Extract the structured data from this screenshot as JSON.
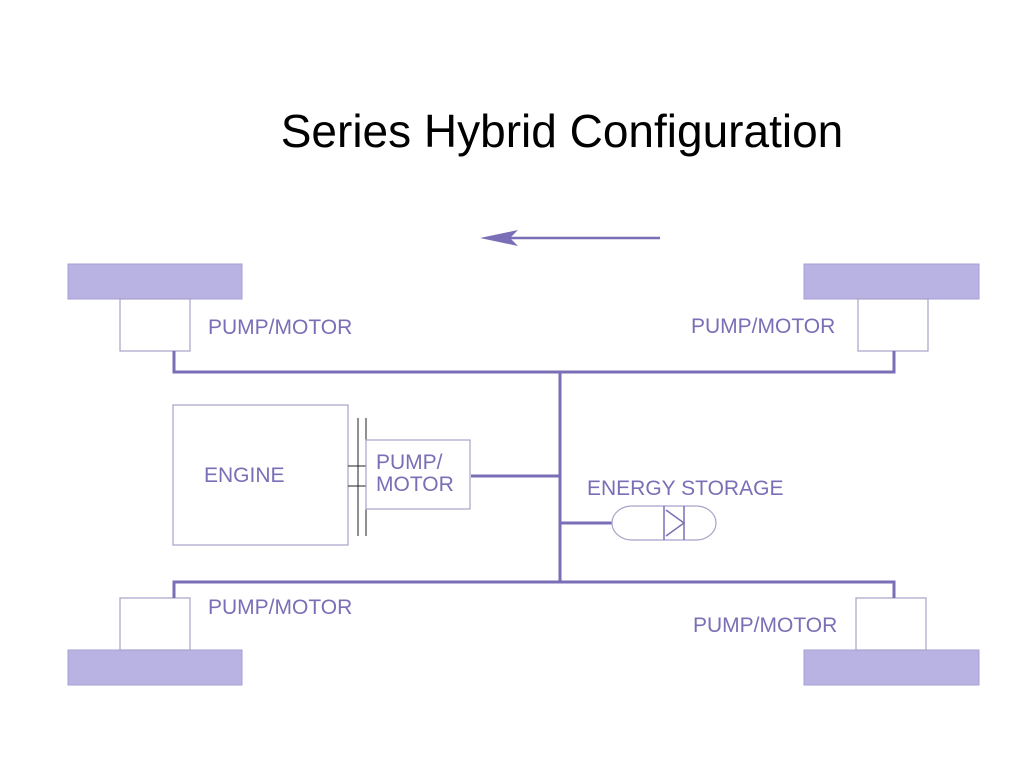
{
  "title": "Series Hybrid Configuration",
  "labels": {
    "pump_motor_front_left": "PUMP/MOTOR",
    "pump_motor_front_right": "PUMP/MOTOR",
    "pump_motor_rear_left": "PUMP/MOTOR",
    "pump_motor_rear_right": "PUMP/MOTOR",
    "engine": "ENGINE",
    "engine_pump_line1": "PUMP/",
    "engine_pump_line2": "MOTOR",
    "energy_storage": "ENERGY STORAGE"
  },
  "colors": {
    "line": "#7a6fb6",
    "wheel_fill": "#b9b3e3",
    "wheel_stroke": "#a59fd6",
    "box_stroke": "#a7a2c9",
    "label": "#7a6fb6",
    "title": "#000000"
  },
  "direction_arrow": "left"
}
